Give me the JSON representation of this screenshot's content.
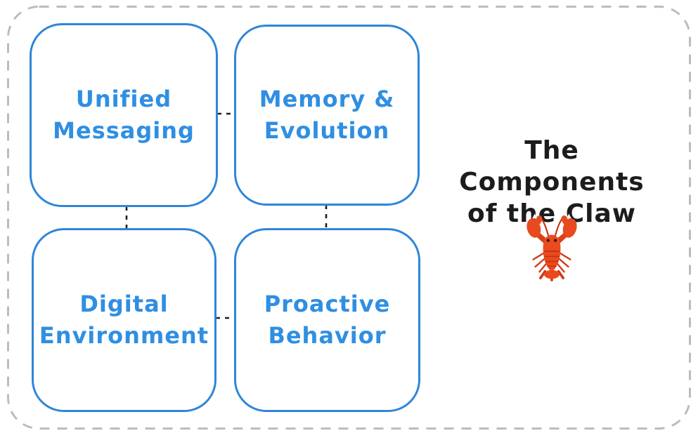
{
  "canvas": {
    "background": "#ffffff",
    "outer_border": {
      "style": "dashed-rounded-rect",
      "color": "#b9bdc2"
    }
  },
  "diagram": {
    "title": "The Components\nof the Claw",
    "title_color": "#1c1c1c",
    "icon": "lobster-emoji",
    "icon_colors": {
      "body": "#e8491f",
      "shade": "#c93812",
      "eyes": "#1a1a1a"
    },
    "box_style": {
      "border_color": "#2e86d8",
      "text_color": "#2f8fe2",
      "fill": "#ffffff"
    },
    "boxes": [
      {
        "id": "unified-messaging",
        "label": "Unified\nMessaging"
      },
      {
        "id": "memory-evolution",
        "label": "Memory &\nEvolution"
      },
      {
        "id": "digital-environment",
        "label": "Digital\nEnvironment"
      },
      {
        "id": "proactive-behavior",
        "label": "Proactive\nBehavior"
      }
    ],
    "connectors": [
      {
        "from": "unified-messaging",
        "to": "memory-evolution",
        "style": "dashed",
        "color": "#1f1f1f"
      },
      {
        "from": "digital-environment",
        "to": "proactive-behavior",
        "style": "dashed",
        "color": "#1f1f1f"
      },
      {
        "from": "unified-messaging",
        "to": "digital-environment",
        "style": "dashed",
        "color": "#1f1f1f"
      },
      {
        "from": "memory-evolution",
        "to": "proactive-behavior",
        "style": "dashed",
        "color": "#1f1f1f"
      }
    ]
  }
}
